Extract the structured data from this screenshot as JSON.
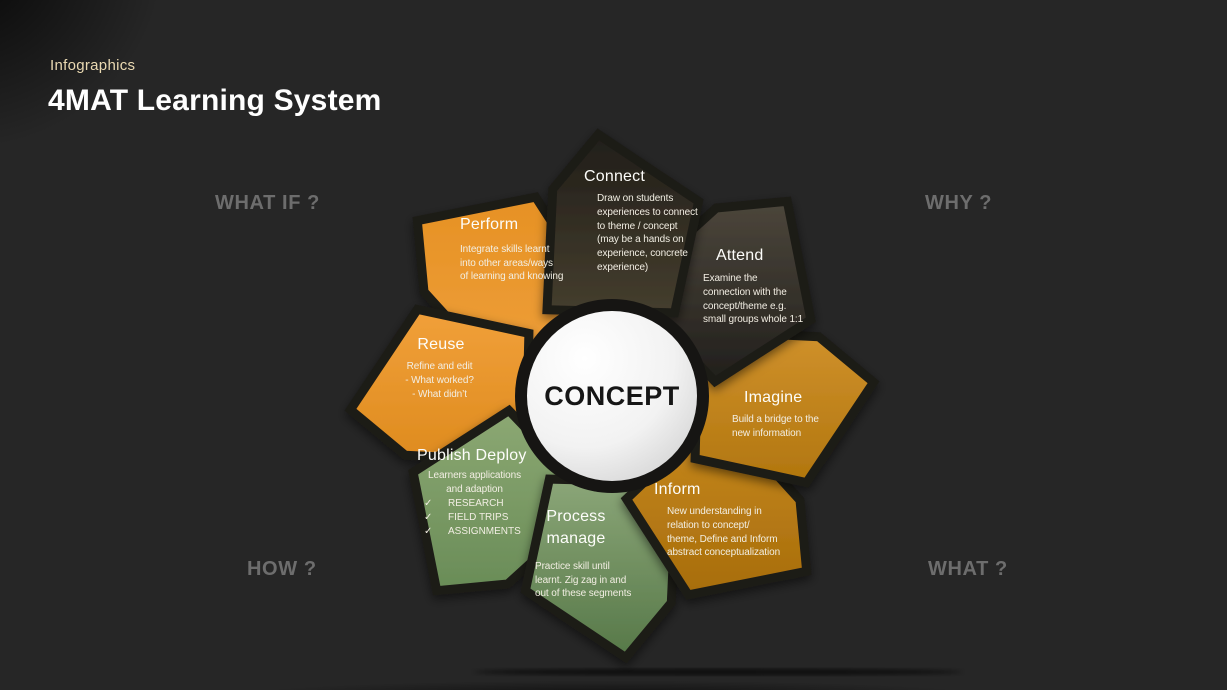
{
  "header": {
    "eyebrow": "Infographics",
    "title": "4MAT Learning System"
  },
  "corner_questions": {
    "top_left": "WHAT IF ?",
    "top_right": "WHY ?",
    "bottom_left": "HOW ?",
    "bottom_right": "WHAT ?"
  },
  "center": {
    "label": "CONCEPT"
  },
  "colors": {
    "background": "#262626",
    "eyebrow_text": "#ead9b2",
    "title_text": "#ffffff",
    "question_text": "#6d6d6d",
    "petal_gap": "#1d1b18",
    "circle_ring": "#161513",
    "circle_fill_light": "#ffffff",
    "circle_fill_dark": "#cbcbcb",
    "concept_text": "#161616"
  },
  "petals": [
    {
      "id": "connect",
      "title": "Connect",
      "lines": [
        "Draw on students",
        "experiences to connect",
        "to theme / concept",
        "(may be a hands on",
        "experience, concrete",
        "experience)"
      ],
      "color_from": "#211e19",
      "color_to": "#453e2e"
    },
    {
      "id": "attend",
      "title": "Attend",
      "lines": [
        "Examine the",
        "connection with the",
        "concept/theme e.g.",
        "small groups whole 1:1"
      ],
      "color_from": "#4c463b",
      "color_to": "#211f1c"
    },
    {
      "id": "imagine",
      "title": "Imagine",
      "lines": [
        "Build a bridge to the",
        "new information"
      ],
      "color_from": "#d0912c",
      "color_to": "#b1760e"
    },
    {
      "id": "inform",
      "title": "Inform",
      "lines": [
        "New understanding in",
        "relation to concept/",
        "theme, Define and Inform",
        "abstract conceptualization"
      ],
      "color_from": "#c98a20",
      "color_to": "#a76d0b"
    },
    {
      "id": "process-manage",
      "title": "Process manage",
      "lines": [
        "Practice skill until",
        "learnt. Zig zag in and",
        "out of these segments"
      ],
      "color_from": "#8ba678",
      "color_to": "#567848"
    },
    {
      "id": "publish-deploy",
      "title": "Publish Deploy",
      "lines": [
        "Learners applications",
        "and adaption"
      ],
      "checklist": [
        "RESEARCH",
        "FIELD TRIPS",
        "ASSIGNMENTS"
      ],
      "check_glyph": "✓",
      "color_from": "#8ca873",
      "color_to": "#698c57"
    },
    {
      "id": "reuse",
      "title": "Reuse",
      "lines": [
        "Refine and edit",
        "-  What worked?",
        "-  What didn’t"
      ],
      "color_from": "#f1a03a",
      "color_to": "#de8b1e"
    },
    {
      "id": "perform",
      "title": "Perform",
      "lines": [
        "Integrate skills learnt",
        "into other areas/ways",
        "of learning and knowing"
      ],
      "color_from": "#e69124",
      "color_to": "#efa03b"
    }
  ]
}
